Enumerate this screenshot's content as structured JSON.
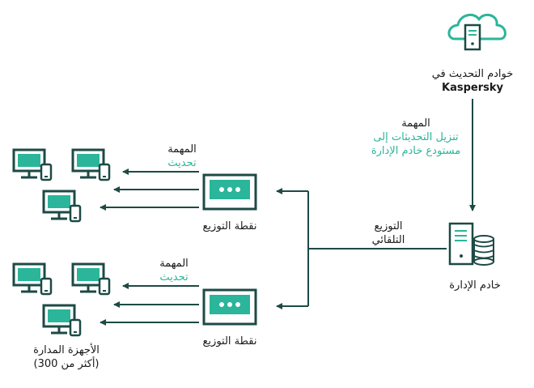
{
  "cloud": {
    "label_line1": "خوادم التحديث في",
    "label_line2": "Kaspersky"
  },
  "download_task": {
    "title": "المهمة",
    "line1": "تنزيل التحديثات إلى",
    "line2": "مستودع خادم الإدارة"
  },
  "admin_server": {
    "label": "خادم الإدارة"
  },
  "auto_distribution": {
    "line1": "التوزيع",
    "line2": "التلقائي"
  },
  "distribution_points": [
    {
      "label": "نقطة التوزيع",
      "task_title": "المهمة",
      "task_name": "تحديث"
    },
    {
      "label": "نقطة التوزيع",
      "task_title": "المهمة",
      "task_name": "تحديث"
    }
  ],
  "managed_devices": {
    "line1": "الأجهزة المدارة",
    "line2": "(أكثر من 300)"
  },
  "colors": {
    "line": "#1d4a45",
    "accent": "#2bb59a",
    "screen": "#2bb59a"
  }
}
